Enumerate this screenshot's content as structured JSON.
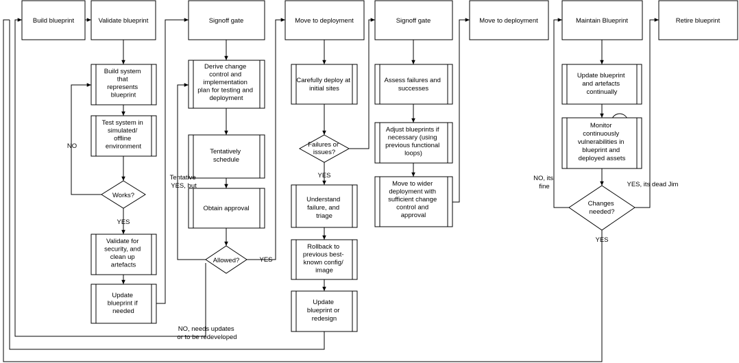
{
  "stages": [
    {
      "id": "build_blueprint",
      "label": "Build blueprint"
    },
    {
      "id": "validate_blueprint",
      "label": "Validate blueprint"
    },
    {
      "id": "signoff_gate_1",
      "label": "Signoff gate"
    },
    {
      "id": "move_to_deployment_1",
      "label": "Move to deployment"
    },
    {
      "id": "signoff_gate_2",
      "label": "Signoff gate"
    },
    {
      "id": "move_to_deployment_2",
      "label": "Move to deployment"
    },
    {
      "id": "maintain_blueprint",
      "label": "Maintain Blueprint"
    },
    {
      "id": "retire_blueprint",
      "label": "Retire blueprint"
    }
  ],
  "processes": [
    {
      "id": "build_system",
      "lines": [
        "Build system",
        "that",
        "represents",
        "blueprint"
      ]
    },
    {
      "id": "test_system",
      "lines": [
        "Test system in",
        "simulated/",
        "offline",
        "environment"
      ]
    },
    {
      "id": "validate_security",
      "lines": [
        "Validate for",
        "security, and",
        "clean up",
        "artefacts"
      ]
    },
    {
      "id": "update_blueprint_if_needed",
      "lines": [
        "Update",
        "blueprint if",
        "needed"
      ]
    },
    {
      "id": "derive_change_control",
      "lines": [
        "Derive change",
        "control and",
        "implementation",
        "plan for testing and",
        "deployment"
      ]
    },
    {
      "id": "tentatively_schedule",
      "lines": [
        "Tentatively",
        "schedule"
      ]
    },
    {
      "id": "obtain_approval",
      "lines": [
        "Obtain approval"
      ]
    },
    {
      "id": "carefully_deploy",
      "lines": [
        "Carefully deploy at",
        "initial sites"
      ]
    },
    {
      "id": "understand_failure",
      "lines": [
        "Understand",
        "failure, and",
        "triage"
      ]
    },
    {
      "id": "rollback",
      "lines": [
        "Rollback to",
        "previous best-",
        "known config/",
        "image"
      ]
    },
    {
      "id": "update_or_redesign",
      "lines": [
        "Update",
        "blueprint or",
        "redesign"
      ]
    },
    {
      "id": "assess_failures",
      "lines": [
        "Assess failures and",
        "successes"
      ]
    },
    {
      "id": "adjust_blueprints",
      "lines": [
        "Adjust blueprints if",
        "necessary (using",
        "previous functional",
        "loops)"
      ]
    },
    {
      "id": "move_to_wider",
      "lines": [
        "Move to wider",
        "deployment with",
        "sufficient change",
        "control and",
        "approval"
      ]
    },
    {
      "id": "update_artefacts",
      "lines": [
        "Update blueprint",
        "and artefacts",
        "continually"
      ]
    },
    {
      "id": "monitor_vulns",
      "lines": [
        "Monitor",
        "continuously",
        "vulnerabilities in",
        "blueprint and",
        "deployed assets"
      ]
    }
  ],
  "decisions": [
    {
      "id": "works",
      "lines": [
        "Works?"
      ]
    },
    {
      "id": "allowed",
      "lines": [
        "Allowed?"
      ]
    },
    {
      "id": "failures_or_issues",
      "lines": [
        "Failures or",
        "issues?"
      ]
    },
    {
      "id": "changes_needed",
      "lines": [
        "Changes",
        "needed?"
      ]
    }
  ],
  "edge_labels": [
    {
      "id": "no_works",
      "lines": [
        "NO"
      ]
    },
    {
      "id": "yes_works",
      "lines": [
        "YES"
      ]
    },
    {
      "id": "tentative_yes",
      "lines": [
        "Tentative",
        "YES, but"
      ]
    },
    {
      "id": "yes_allowed",
      "lines": [
        "YES"
      ]
    },
    {
      "id": "no_needs_updates",
      "lines": [
        "NO, needs updates",
        "or to be redeveloped"
      ]
    },
    {
      "id": "yes_failures",
      "lines": [
        "YES"
      ]
    },
    {
      "id": "no_its_fine",
      "lines": [
        "NO, its",
        "fine"
      ]
    },
    {
      "id": "yes_dead_jim",
      "lines": [
        "YES, its dead Jim"
      ]
    },
    {
      "id": "yes_changes",
      "lines": [
        "YES"
      ]
    }
  ]
}
